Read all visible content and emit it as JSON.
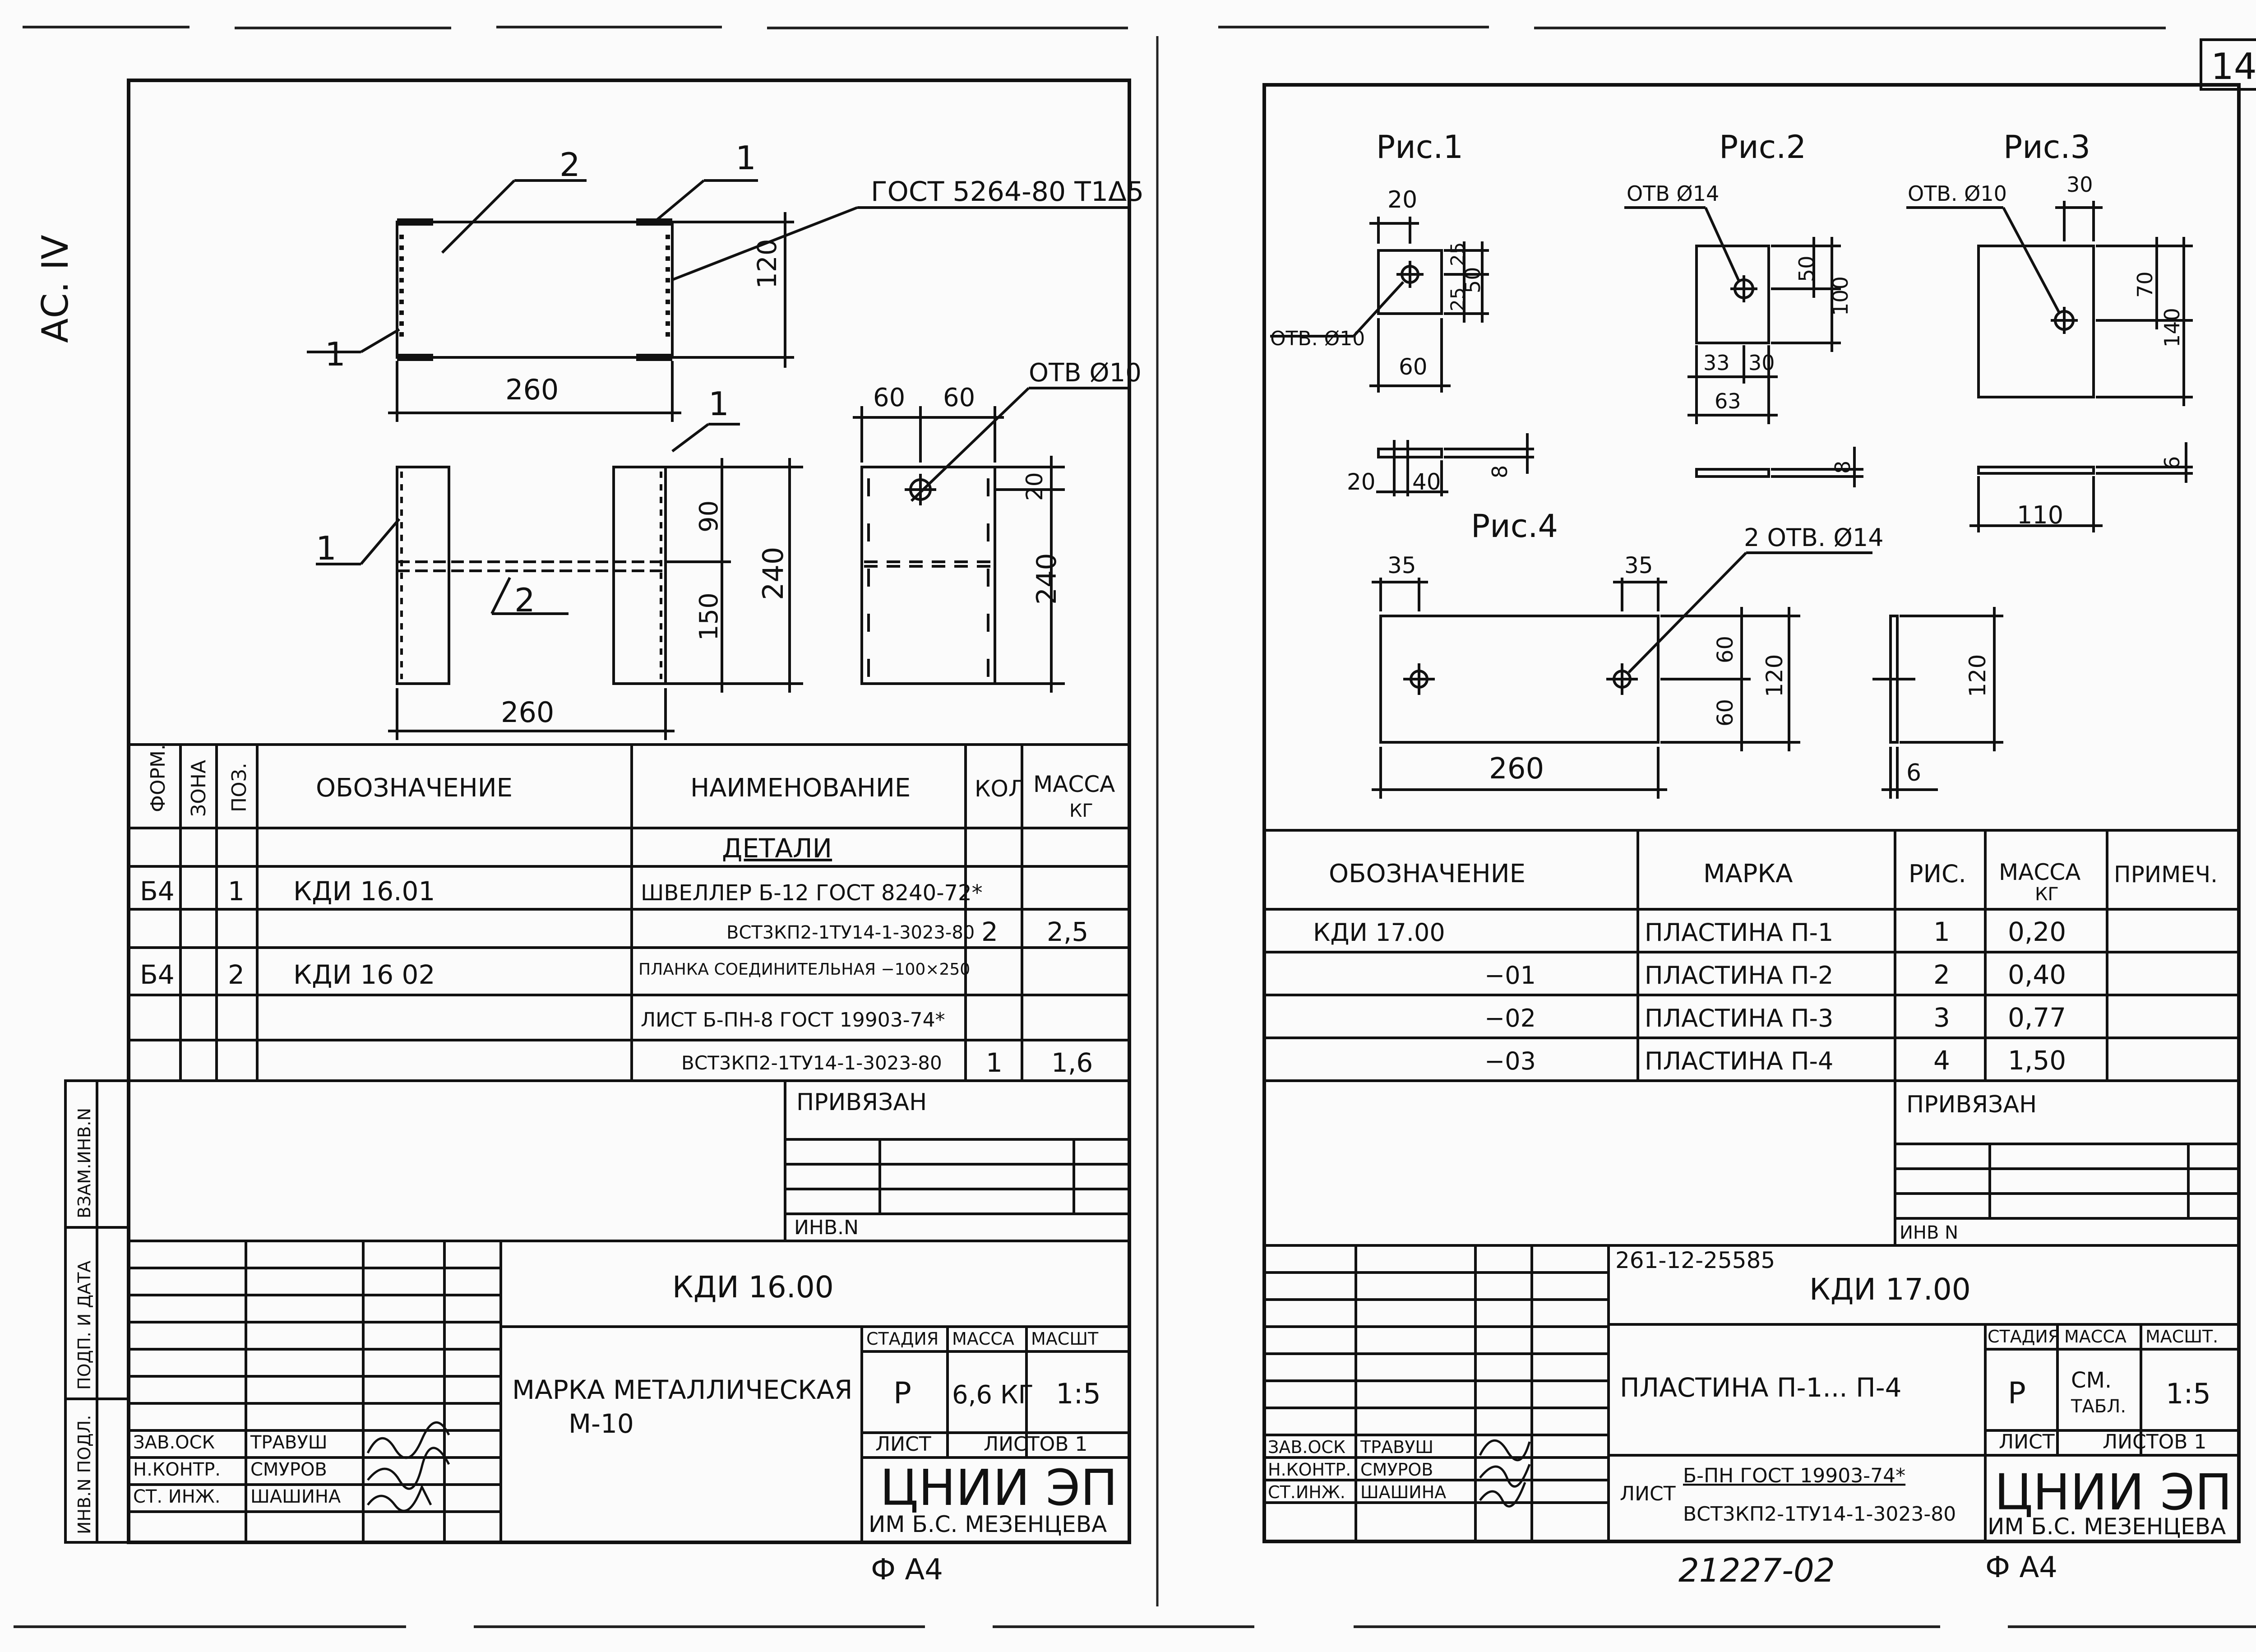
{
  "margin_note": "АС. IV",
  "page_number": "14",
  "bottom_code": "21227-02",
  "left_sheet": {
    "drawing": {
      "gost_label": "ГОСТ 5264-80 Т1Δ5",
      "callout_2_top": "2",
      "callout_1_top": "1",
      "callout_1_left": "1",
      "callout_1_mid": "1",
      "callout_1_lower": "1",
      "callout_2_lower": "2",
      "dim_120": "120",
      "dim_260_top": "260",
      "dim_260_bottom": "260",
      "dim_90": "90",
      "dim_150": "150",
      "dim_240_a": "240",
      "dim_240_b": "240",
      "dim_60_a": "60",
      "dim_60_b": "60",
      "dim_20": "20",
      "hole_label": "ОТВ Ø10"
    },
    "spec_headers": {
      "format": "ФОРМ.",
      "zone": "ЗОНА",
      "pos": "ПОЗ.",
      "designation": "ОБОЗНАЧЕНИЕ",
      "name": "НАИМЕНОВАНИЕ",
      "qty": "КОЛ",
      "mass": "МАССА",
      "mass_unit": "КГ"
    },
    "section_title": "ДЕТАЛИ",
    "rows": [
      {
        "format": "Б4",
        "pos": "1",
        "designation": "КДИ 16.01",
        "name": "ШВЕЛЛЕР Б-12 ГОСТ 8240-72*",
        "qty": "",
        "mass": ""
      },
      {
        "format": "",
        "pos": "",
        "designation": "",
        "name": "ВСТ3КП2-1ТУ14-1-3023-80",
        "qty": "2",
        "mass": "2,5"
      },
      {
        "format": "Б4",
        "pos": "2",
        "designation": "КДИ 16 02",
        "name": "ПЛАНКА СОЕДИНИТЕЛЬНАЯ −100×250",
        "qty": "",
        "mass": ""
      },
      {
        "format": "",
        "pos": "",
        "designation": "",
        "name": "ЛИСТ Б-ПН-8 ГОСТ 19903-74*",
        "qty": "",
        "mass": ""
      },
      {
        "format": "",
        "pos": "",
        "designation": "",
        "name": "ВСТ3КП2-1ТУ14-1-3023-80",
        "qty": "1",
        "mass": "1,6"
      }
    ],
    "side_labels": {
      "vzam": "ВЗАМ.ИНВ.N",
      "podp": "ПОДП. И ДАТА",
      "inv": "ИНВ.N ПОДЛ."
    },
    "privyazan": "ПРИВЯЗАН",
    "inv_n": "ИНВ.N",
    "doc_code": "КДИ 16.00",
    "title": "МАРКА МЕТАЛЛИЧЕСКАЯ",
    "subtitle": "М-10",
    "stage_h": "СТАДИЯ",
    "mass_h": "МАССА",
    "scale_h": "МАСШТ",
    "stage": "Р",
    "mass": "6,6 КГ",
    "scale": "1:5",
    "list": "ЛИСТ",
    "lists": "ЛИСТОВ 1",
    "org": "ЦНИИ ЭП",
    "org_sub": "ИМ Б.С. МЕЗЕНЦЕВА",
    "staff": [
      {
        "role": "ЗАВ.ОСК",
        "name": "ТРАВУШ"
      },
      {
        "role": "Н.КОНТР.",
        "name": "СМУРОВ"
      },
      {
        "role": "СТ. ИНЖ.",
        "name": "ШАШИНА"
      }
    ],
    "format_label": "Ф А4"
  },
  "right_sheet": {
    "fig1": {
      "label": "Рис.1",
      "d20": "20",
      "d25a": "25",
      "d25b": "25",
      "d50": "50",
      "hole": "ОТВ. Ø10",
      "d60": "60",
      "d20b": "20",
      "d40": "40",
      "d8": "8"
    },
    "fig2": {
      "label": "Рис.2",
      "hole": "ОТВ Ø14",
      "d50": "50",
      "d100": "100",
      "d33": "33",
      "d30": "30",
      "d63": "63",
      "d8": "8"
    },
    "fig3": {
      "label": "Рис.3",
      "hole": "ОТВ. Ø10",
      "d30": "30",
      "d70": "70",
      "d140": "140",
      "d110": "110",
      "d6": "6"
    },
    "fig4": {
      "label": "Рис.4",
      "d35a": "35",
      "d35b": "35",
      "holes": "2 ОТВ. Ø14",
      "d60a": "60",
      "d60b": "60",
      "d120": "120",
      "d260": "260",
      "d120b": "120",
      "d6": "6"
    },
    "spec_headers": {
      "designation": "ОБОЗНАЧЕНИЕ",
      "mark": "МАРКА",
      "fig": "РИС.",
      "mass": "МАССА",
      "mass_unit": "КГ",
      "note": "ПРИМЕЧ."
    },
    "rows": [
      {
        "designation": "КДИ 17.00",
        "mark": "ПЛАСТИНА П-1",
        "fig": "1",
        "mass": "0,20"
      },
      {
        "designation": "−01",
        "mark": "ПЛАСТИНА П-2",
        "fig": "2",
        "mass": "0,40"
      },
      {
        "designation": "−02",
        "mark": "ПЛАСТИНА П-3",
        "fig": "3",
        "mass": "0,77"
      },
      {
        "designation": "−03",
        "mark": "ПЛАСТИНА П-4",
        "fig": "4",
        "mass": "1,50"
      }
    ],
    "privyazan": "ПРИВЯЗАН",
    "inv_n": "ИНВ N",
    "project": "261-12-25585",
    "doc_code": "КДИ 17.00",
    "title": "ПЛАСТИНА П-1... П-4",
    "list_word": "ЛИСТ",
    "material_1": "Б-ПН ГОСТ 19903-74*",
    "material_2": "ВСТ3КП2-1ТУ14-1-3023-80",
    "stage_h": "СТАДИЯ",
    "mass_h": "МАССА",
    "scale_h": "МАСШТ.",
    "stage": "Р",
    "mass_1": "СМ.",
    "mass_2": "ТАБЛ.",
    "scale": "1:5",
    "list": "ЛИСТ",
    "lists": "ЛИСТОВ 1",
    "org": "ЦНИИ ЭП",
    "org_sub": "ИМ Б.С. МЕЗЕНЦЕВА",
    "staff": [
      {
        "role": "ЗАВ.ОСК",
        "name": "ТРАВУШ"
      },
      {
        "role": "Н.КОНТР.",
        "name": "СМУРОВ"
      },
      {
        "role": "СТ.ИНЖ.",
        "name": "ШАШИНА"
      }
    ],
    "format_label": "Ф А4"
  }
}
